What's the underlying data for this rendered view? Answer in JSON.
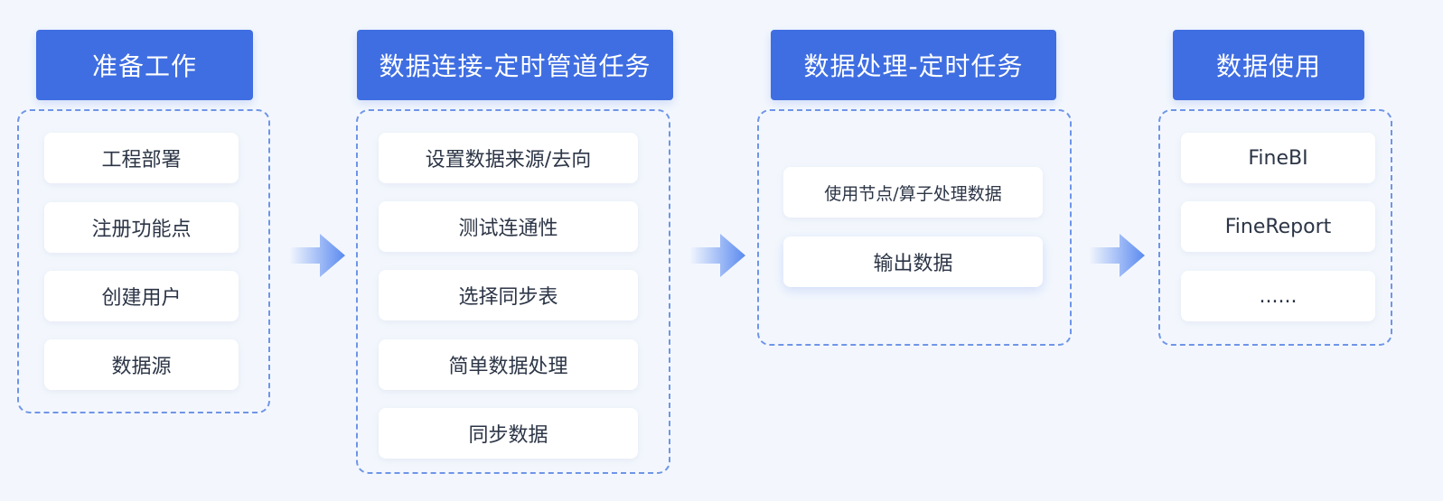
{
  "columns": [
    {
      "title": "准备工作",
      "items": [
        "工程部署",
        "注册功能点",
        "创建用户",
        "数据源"
      ]
    },
    {
      "title": "数据连接-定时管道任务",
      "items": [
        "设置数据来源/去向",
        "测试连通性",
        "选择同步表",
        "简单数据处理",
        "同步数据"
      ]
    },
    {
      "title": "数据处理-定时任务",
      "items": [
        "使用节点/算子处理数据",
        "输出数据"
      ]
    },
    {
      "title": "数据使用",
      "items": [
        "FineBI",
        "FineReport",
        "......"
      ]
    }
  ],
  "colors": {
    "header_bg": "#3f6ee2",
    "border": "#6f95e8",
    "background": "#f3f7fd",
    "arrow": "#5b8af0"
  },
  "icons": [
    "arrow-right-icon",
    "arrow-right-icon",
    "arrow-right-icon"
  ]
}
